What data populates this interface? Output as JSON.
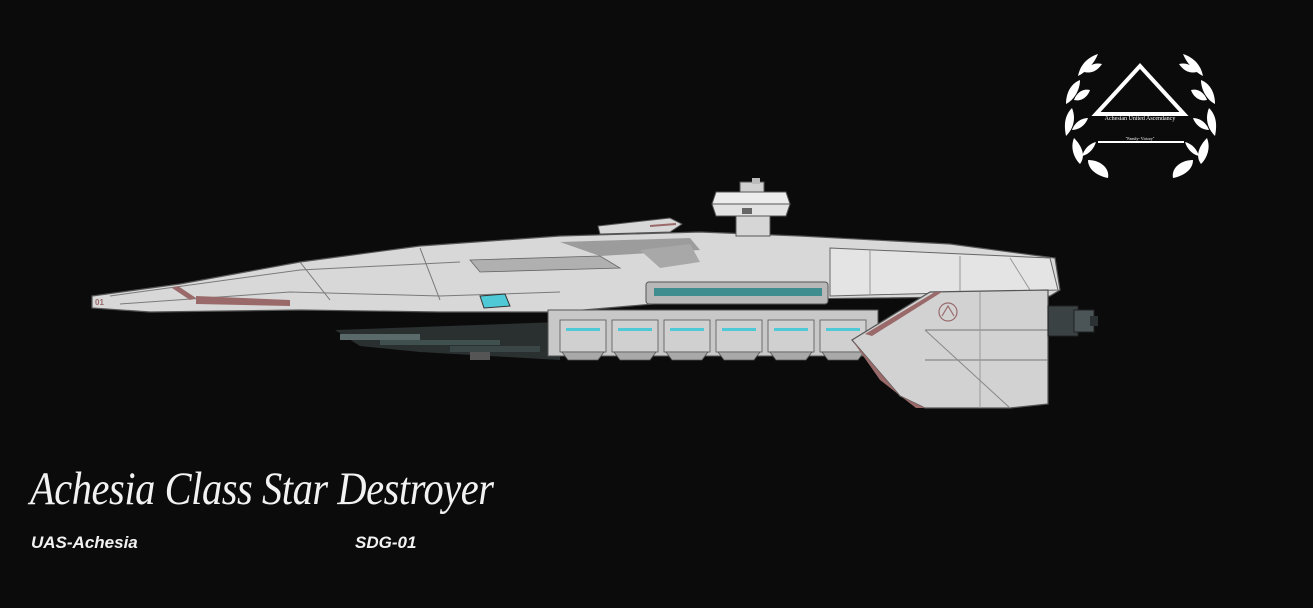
{
  "title": "Achesia Class Star Destroyer",
  "ship_name": "UAS-Achesia",
  "designation": "SDG-01",
  "emblem": {
    "org_name": "Achesian United Ascendancy",
    "motto": "\"Family- Victory\"",
    "icon": "laurel-wreath-triangle-icon"
  },
  "hull_marking": "01",
  "colors": {
    "background": "#0b0b0b",
    "hull": "#dcdcdc",
    "accent_red": "#9a6a6a",
    "window_cyan": "#4fc9d6"
  }
}
